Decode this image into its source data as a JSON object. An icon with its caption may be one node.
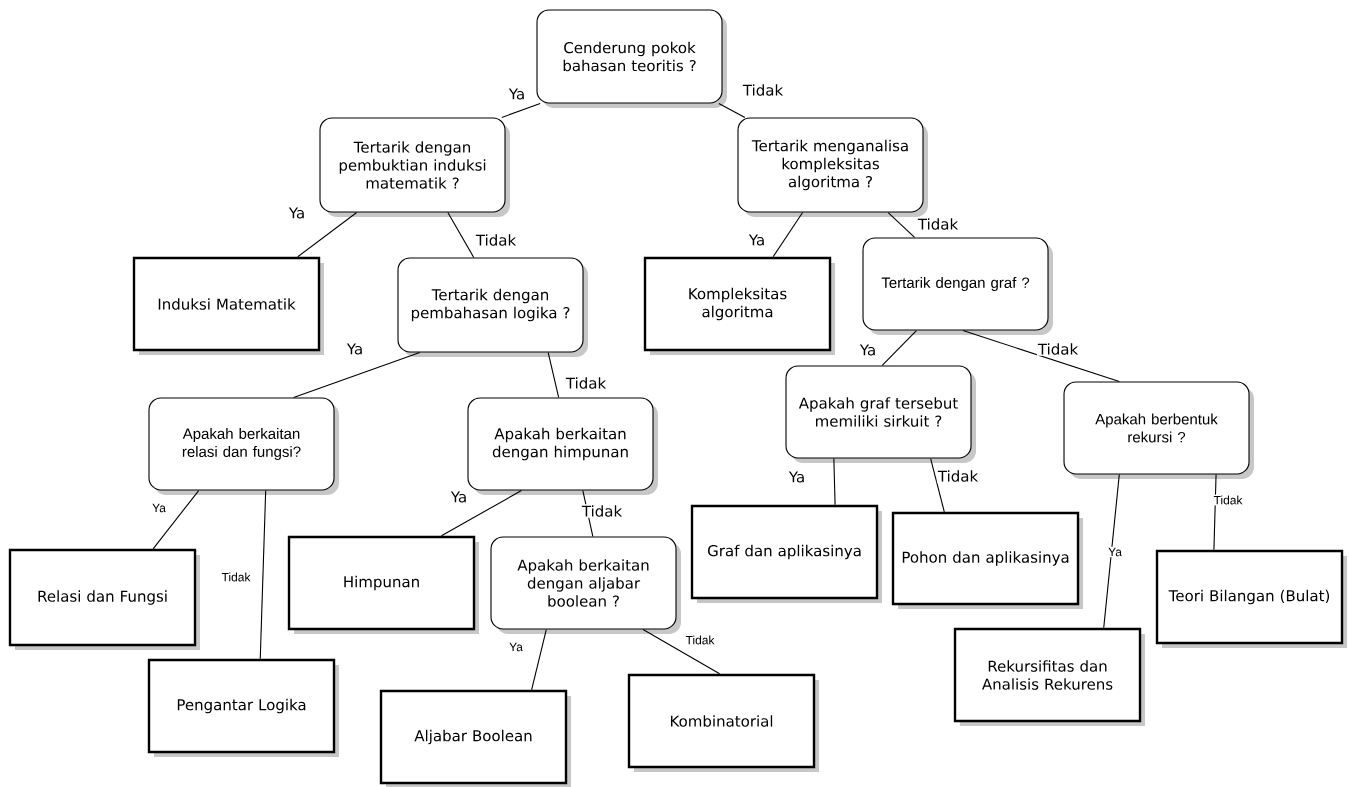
{
  "diagram": {
    "nodes": [
      {
        "text": [
          "Cenderung pokok bahasan teoritis ?"
        ]
      },
      {
        "text": [
          "Tertarik dengan pembuktian induksi matematik ?"
        ]
      },
      {
        "text": [
          "Tertarik menganalisa kompleksitas algoritma ?"
        ]
      },
      {
        "text": [
          "Induksi Matematik"
        ]
      },
      {
        "text": [
          "Tertarik dengan pembahasan logika ?"
        ]
      },
      {
        "text": [
          "Kompleksitas algoritma"
        ]
      },
      {
        "text": [
          "Tertarik dengan graf ?"
        ]
      },
      {
        "text": [
          "Apakah berkaitan relasi dan fungsi?"
        ]
      },
      {
        "text": [
          "Apakah berkaitan dengan himpunan"
        ]
      },
      {
        "text": [
          "Apakah graf tersebut memiliki sirkuit ?"
        ]
      },
      {
        "text": [
          "Apakah berbentuk rekursi ?"
        ]
      },
      {
        "text": [
          "Relasi dan Fungsi"
        ]
      },
      {
        "text": [
          "Himpunan"
        ]
      },
      {
        "text": [
          "Apakah berkaitan dengan aljabar boolean ?"
        ]
      },
      {
        "text": [
          "Graf dan aplikasinya"
        ]
      },
      {
        "text": [
          "Pohon dan aplikasinya"
        ]
      },
      {
        "text": [
          "Teori Bilangan (Bulat)"
        ]
      },
      {
        "text": [
          "Pengantar Logika"
        ]
      },
      {
        "text": [
          "Rekursifitas dan Analisis Rekurens"
        ]
      },
      {
        "text": [
          "Aljabar Boolean"
        ]
      },
      {
        "text": [
          "Kombinatorial"
        ]
      }
    ],
    "edges": [
      {
        "from": 0,
        "to": 1,
        "arrow": "none",
        "label": "Ya"
      },
      {
        "from": 0,
        "to": 2,
        "arrow": "none",
        "label": "Tidak"
      },
      {
        "from": 1,
        "to": 3,
        "arrow": "none",
        "label": "Ya"
      },
      {
        "from": 1,
        "to": 4,
        "arrow": "none",
        "label": "Tidak"
      },
      {
        "from": 2,
        "to": 5,
        "arrow": "none",
        "label": "Ya"
      },
      {
        "from": 2,
        "to": 6,
        "arrow": "none",
        "label": "Tidak"
      },
      {
        "from": 4,
        "to": 7,
        "arrow": "none",
        "label": "Ya"
      },
      {
        "from": 4,
        "to": 8,
        "arrow": "none",
        "label": "Tidak"
      },
      {
        "from": 6,
        "to": 9,
        "arrow": "none",
        "label": "Ya"
      },
      {
        "from": 6,
        "to": 10,
        "arrow": "none",
        "label": "Tidak"
      },
      {
        "from": 7,
        "to": 11,
        "arrow": "none",
        "label": "Ya"
      },
      {
        "from": 7,
        "to": 17,
        "arrow": "none",
        "label": "Tidak"
      },
      {
        "from": 8,
        "to": 12,
        "arrow": "none",
        "label": "Ya"
      },
      {
        "from": 8,
        "to": 13,
        "arrow": "none",
        "label": "Tidak"
      },
      {
        "from": 9,
        "to": 14,
        "arrow": "none",
        "label": "Ya"
      },
      {
        "from": 9,
        "to": 15,
        "arrow": "none",
        "label": "Tidak"
      },
      {
        "from": 10,
        "to": 18,
        "arrow": "none",
        "label": "Ya"
      },
      {
        "from": 10,
        "to": 16,
        "arrow": "none",
        "label": "Tidak"
      },
      {
        "from": 13,
        "to": 19,
        "arrow": "none",
        "label": "Ya"
      },
      {
        "from": 13,
        "to": 20,
        "arrow": "none",
        "label": "Tidak"
      }
    ]
  }
}
